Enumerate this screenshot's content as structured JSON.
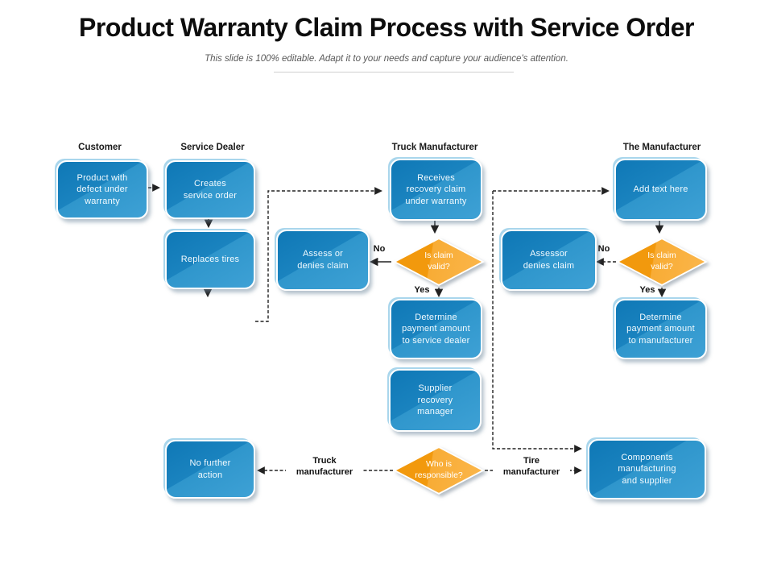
{
  "title": "Product Warranty Claim Process with Service Order",
  "subtitle": "This slide is 100% editable. Adapt it to your needs and capture your audience's attention.",
  "columns": {
    "customer": "Customer",
    "service_dealer": "Service Dealer",
    "truck_manufacturer": "Truck Manufacturer",
    "the_manufacturer": "The Manufacturer"
  },
  "nodes": {
    "product_defect": "Product with\ndefect under\nwarranty",
    "creates_service_order": "Creates\nservice order",
    "receives_recovery": "Receives\nrecovery claim\nunder warranty",
    "add_text_here": "Add text here",
    "replaces_tires": "Replaces tires",
    "assess_denies": "Assess or\ndenies claim",
    "is_claim_valid_1": "Is claim\nvalid?",
    "assessor_denies": "Assessor\ndenies claim",
    "is_claim_valid_2": "Is claim\nvalid?",
    "determine_dealer": "Determine\npayment amount\nto service dealer",
    "determine_manufacturer": "Determine\npayment amount\nto manufacturer",
    "supplier_recovery": "Supplier\nrecovery\nmanager",
    "no_further_action": "No further\naction",
    "who_responsible": "Who is\nresponsible?",
    "components": "Components\nmanufacturing\nand supplier"
  },
  "edge_labels": {
    "no_truck": "No",
    "yes_truck": "Yes",
    "no_mfr": "No",
    "yes_mfr": "Yes",
    "truck_manufacturer": "Truck\nmanufacturer",
    "tire_manufacturer": "Tire\nmanufacturer"
  },
  "colors": {
    "process_fill": "#1A83BF",
    "process_fill_light": "#3EA1D5",
    "decision_fill": "#F2990D",
    "decision_fill_light": "#FBB64B",
    "connector": "#222222"
  }
}
